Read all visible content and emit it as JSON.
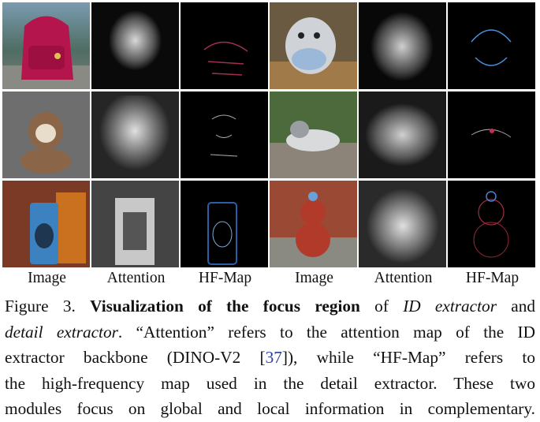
{
  "column_labels": [
    "Image",
    "Attention",
    "HF-Map",
    "Image",
    "Attention",
    "HF-Map"
  ],
  "rows": [
    {
      "left_object": "red backpack",
      "right_object": "dog backpack"
    },
    {
      "left_object": "sloth plush",
      "right_object": "husky plush"
    },
    {
      "left_object": "beer can",
      "right_object": "teddy bear"
    }
  ],
  "caption": {
    "figure": "Figure 3.",
    "title": "Visualization of the focus region",
    "t1": "of",
    "id_extractor": "ID extractor",
    "t2": "and",
    "detail_extractor": "detail extractor",
    "t3": ". “Attention” refers to the attention map of the ID",
    "t4": "extractor backbone (DINO-V2 [",
    "ref": "37",
    "t5": "]), while “HF-Map” refers to",
    "t6": "the high-frequency map used in the detail extractor. These two",
    "t7": "modules focus on global and local information in complementary."
  }
}
